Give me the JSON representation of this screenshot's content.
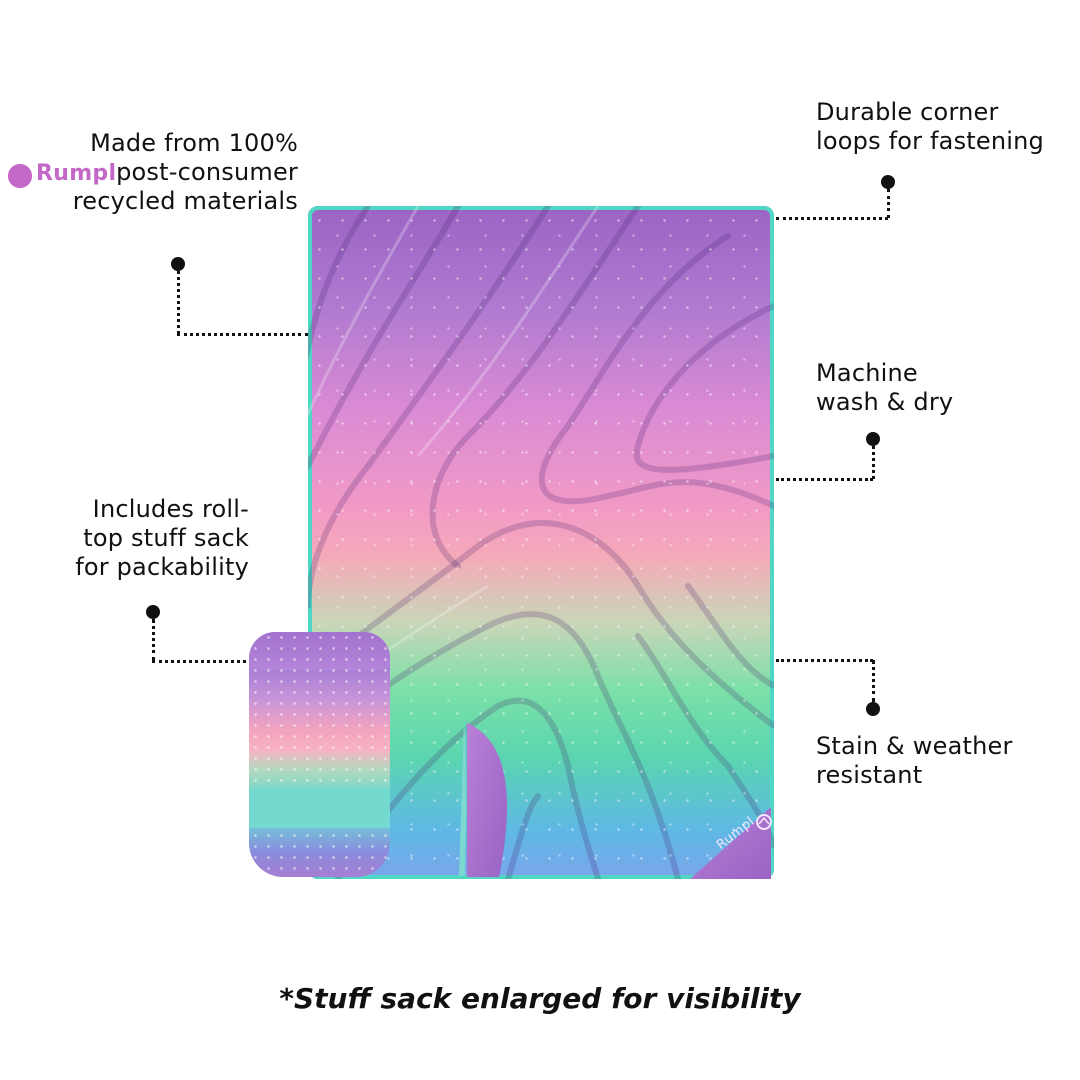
{
  "callouts": {
    "recycled": "Made from 100%\npost-consumer\nrecycled materials",
    "corner_loops": "Durable corner\nloops for fastening",
    "machine_wash": "Machine\nwash & dry",
    "stuff_sack": "Includes roll-\ntop stuff sack\nfor packability",
    "stain": "Stain & weather\nresistant"
  },
  "brand": {
    "logo_text": "Rumpl"
  },
  "footnote": "*Stuff sack enlarged for visibility",
  "colors": {
    "text": "#111111",
    "blanket_purple": "#9b63c4",
    "blanket_pink": "#f29ac6",
    "blanket_green": "#7be0a8",
    "blanket_blue": "#5fb8e6",
    "trim_teal": "#4fd6c4",
    "logo_magenta": "#c468c8"
  },
  "icons": [
    "leader-dot",
    "rumpl-mountain-logo"
  ]
}
